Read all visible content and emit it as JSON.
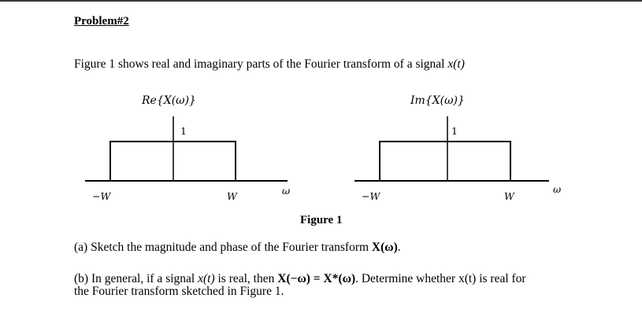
{
  "heading": "Problem#2",
  "intro": {
    "text": "Figure 1 shows real and imaginary parts of the Fourier transform of a signal ",
    "signal": "x(t)"
  },
  "figure": {
    "left_title": "Re{X(ω)}",
    "right_title": "Im{X(ω)}",
    "left_peak": "1",
    "right_peak": "1",
    "neg_w_label": "−W",
    "pos_w_label": "W",
    "omega_label": "ω",
    "caption": "Figure 1"
  },
  "part_a": {
    "prefix": "(a) Sketch the magnitude and phase of the Fourier transform ",
    "expr": "X(ω)",
    "suffix": "."
  },
  "part_b": {
    "prefix": "(b) In general, if a signal ",
    "signal": "x(t)",
    "middle": " is real, then ",
    "expr": "X(−ω) = X*(ω)",
    "suffix": ". Determine whether x(t) is real for",
    "line2": "the Fourier transform sketched in Figure 1."
  }
}
